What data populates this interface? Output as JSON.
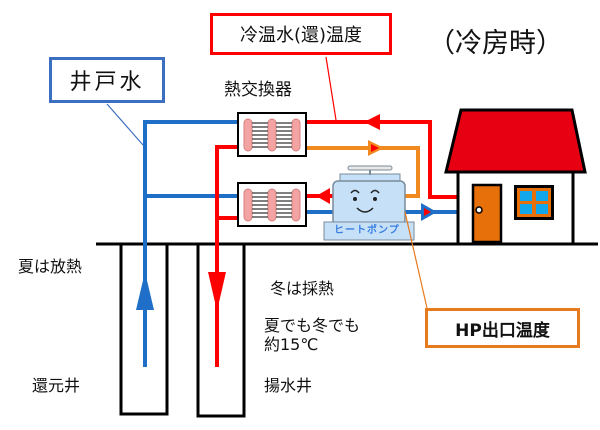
{
  "title": "（冷房時）",
  "labels": {
    "well_water": "井戸水",
    "chilled_hot_water_return_temp": "冷温水(還)温度",
    "hp_outlet_temp": "HP出口温度",
    "heat_exchanger": "熱交換器",
    "heat_pump": "ヒートポンプ",
    "summer_heat_release": "夏は放熱",
    "return_well": "還元井",
    "winter_heat_collection": "冬は採熱",
    "year_round_line1": "夏でも冬でも",
    "year_round_line2": "約15℃",
    "pumping_well": "揚水井"
  },
  "colors": {
    "well_water_pipe": "#1f6fc8",
    "chilled_water_pipe": "#ff0000",
    "hp_outlet_pipe": "#f08a1e",
    "roof": "#e60012",
    "door": "#e8700a",
    "window_glass": "#12a7ea",
    "heat_pump_body": "#c5e0f7",
    "hx_fin": "#f4a3a3"
  }
}
